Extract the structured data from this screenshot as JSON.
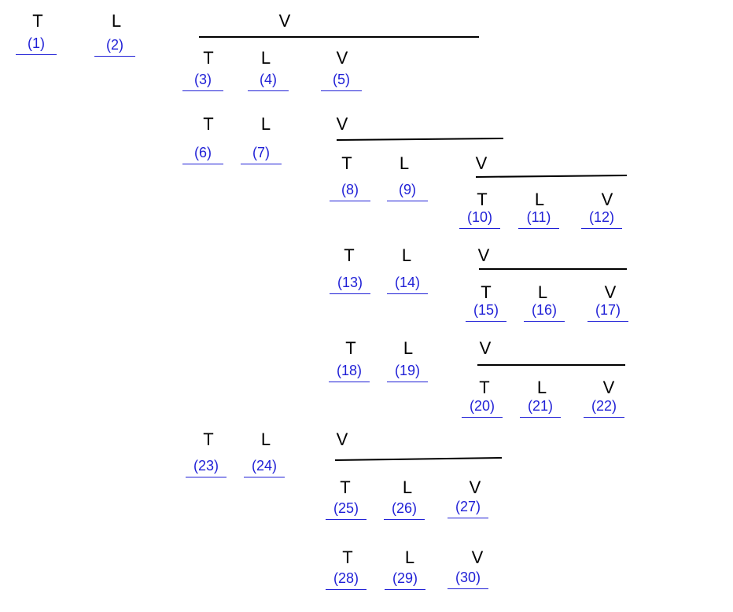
{
  "letters": {
    "t": "T",
    "l": "L",
    "v": "V"
  },
  "slots": [
    "(1)",
    "(2)",
    "(3)",
    "(4)",
    "(5)",
    "(6)",
    "(7)",
    "(8)",
    "(9)",
    "(10)",
    "(11)",
    "(12)",
    "(13)",
    "(14)",
    "(15)",
    "(16)",
    "(17)",
    "(18)",
    "(19)",
    "(20)",
    "(21)",
    "(22)",
    "(23)",
    "(24)",
    "(25)",
    "(26)",
    "(27)",
    "(28)",
    "(29)",
    "(30)"
  ],
  "colors": {
    "label": "#000000",
    "slot": "#1f1fd6",
    "bar": "#000000"
  }
}
